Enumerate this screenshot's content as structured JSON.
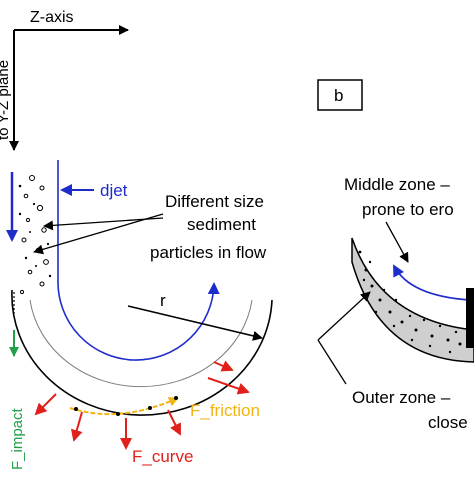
{
  "labels": {
    "z_axis": "Z-axis",
    "x_axis_partial": "to Y-Z plane",
    "djet": "djet",
    "particles": [
      "Different size",
      "sediment",
      "particles in flow"
    ],
    "radius": "r",
    "f_impact": "F_impact",
    "f_friction": "F_friction",
    "f_curve": "F_curve",
    "panel_b": "b",
    "middle_zone": [
      "Middle zone –",
      "prone to ero"
    ],
    "outer_zone": [
      "Outer zone –",
      "close"
    ]
  },
  "colors": {
    "stroke": "#000000",
    "flow_arrow": "#1f2ccc",
    "impact": "#22a04b",
    "friction": "#f2b411",
    "curve": "#e0211b"
  }
}
